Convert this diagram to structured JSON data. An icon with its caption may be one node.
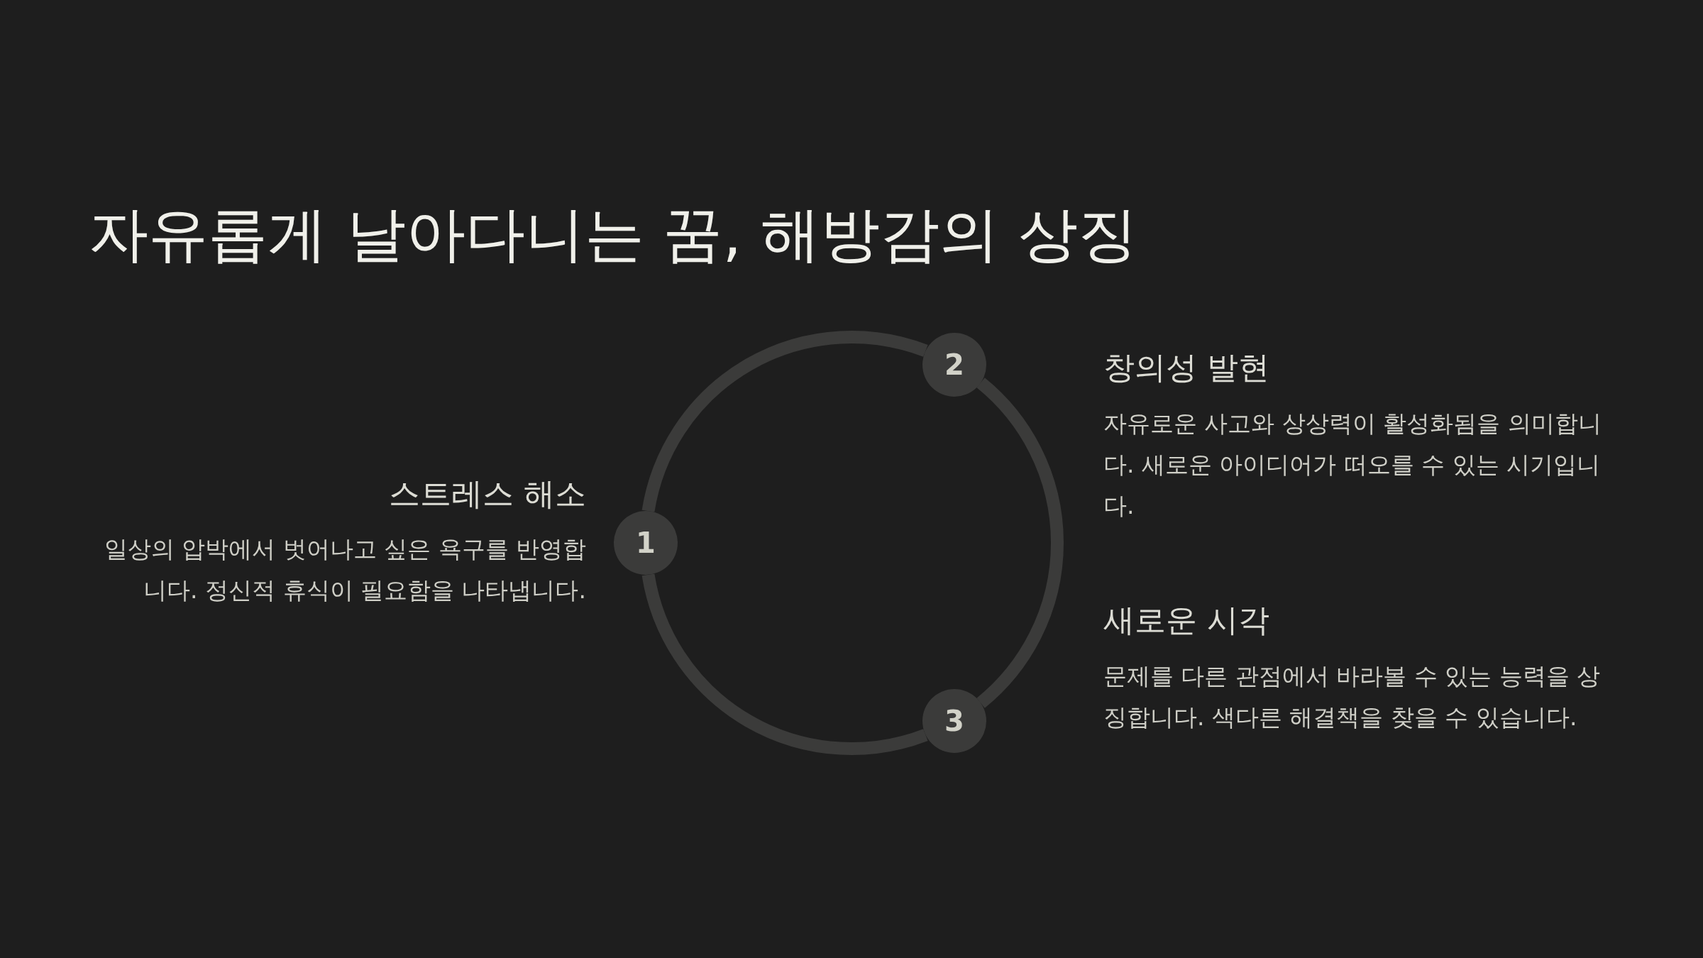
{
  "diagram": {
    "title": "자유롭게 날아다니는 꿈, 해방감의 상징",
    "nodes": [
      {
        "text": [
          "1"
        ],
        "beside": [
          "스트레스 해소",
          "일상의 압박에서 벗어나고 싶은 욕구를 반영합니다. 정신적 휴식이 필요함을 나타냅니다."
        ]
      },
      {
        "text": [
          "2"
        ],
        "beside": [
          "창의성 발현",
          "자유로운 사고와 상상력이 활성화됨을 의미합니다. 새로운 아이디어가 떠오를 수 있는 시기입니다."
        ]
      },
      {
        "text": [
          "3"
        ],
        "beside": [
          "새로운 시각",
          "문제를 다른 관점에서 바라볼 수 있는 능력을 상징합니다. 색다른 해결책을 찾을 수 있습니다."
        ]
      }
    ],
    "edges": [
      {
        "from": 0,
        "to": 1,
        "arrow": "none"
      },
      {
        "from": 1,
        "to": 2,
        "arrow": "none"
      },
      {
        "from": 2,
        "to": 0,
        "arrow": "none"
      }
    ]
  }
}
